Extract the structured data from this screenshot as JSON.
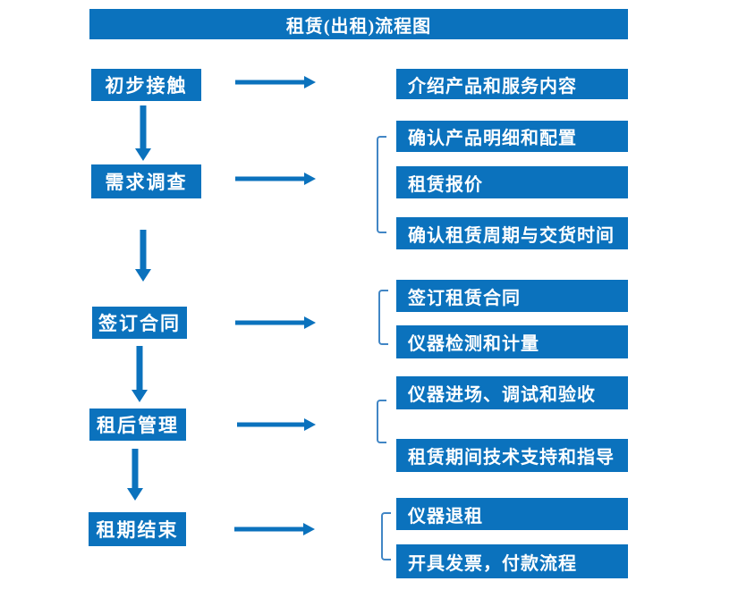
{
  "title": "租赁(出租)流程图",
  "colors": {
    "primary": "#0b72bd",
    "bracket": "#4186c5",
    "text-on-primary": "#ffffff",
    "background": "#ffffff"
  },
  "steps": [
    {
      "label": "初步接触",
      "details": [
        "介绍产品和服务内容"
      ]
    },
    {
      "label": "需求调查",
      "details": [
        "确认产品明细和配置",
        "租赁报价",
        "确认租赁周期与交货时间"
      ]
    },
    {
      "label": "签订合同",
      "details": [
        "签订租赁合同",
        "仪器检测和计量"
      ]
    },
    {
      "label": "租后管理",
      "details": [
        "仪器进场、调试和验收",
        "租赁期间技术支持和指导"
      ]
    },
    {
      "label": "租期结束",
      "details": [
        "仪器退租",
        "开具发票，付款流程"
      ]
    }
  ]
}
